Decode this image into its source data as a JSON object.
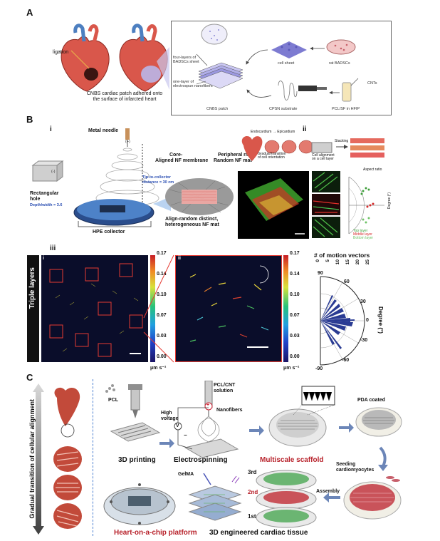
{
  "panel_a": {
    "letter": "A",
    "ligation": "ligation",
    "caption_line1": "CNBS cardiac patch adhered onto",
    "caption_line2": "the surface of infarcted heart",
    "four_layers_line1": "four-layers of",
    "four_layers_line2": "BADSCs sheet",
    "one_layer_line1": "one-layer of",
    "one_layer_line2": "electrospun nanofibers",
    "cell_sheet": "cell sheet",
    "rat_badscs": "rat BADSCs",
    "cnts": "CNTs",
    "cnbs_patch": "CNBS patch",
    "cpsn_substrate": "CPSN substrate",
    "pcl_sf": "PCL/SF in HFIP"
  },
  "panel_b": {
    "letter": "B",
    "sub_i": "i",
    "sub_ii": "ii",
    "sub_iii": "iii",
    "metal_needle": "Metal needle",
    "plus": "(+)",
    "minus": "(-)",
    "tip_distance_line1": "Tip-to-collector",
    "tip_distance_line2": "distance = 30 cm",
    "rect_hole_line1": "Rectangular",
    "rect_hole_line2": "hole",
    "depth_width": "Depth/width = 3.6",
    "hpe_collector": "HPE collector",
    "core_line1": "Core-",
    "core_line2": "Aligned NF membrane",
    "periph_line1": "Peripheral rim-",
    "periph_line2": "Random NF mat",
    "align_line1": "Align-random distinct,",
    "align_line2": "heterogeneous NF mat",
    "endo_epi": "Endocardium → Epicardium",
    "gradual_line1": "Gradual transition",
    "gradual_line2": "of cell orientation",
    "cell_alignment_line1": "Cell alignment",
    "cell_alignment_line2": "on a cell layer",
    "stacking": "Stacking",
    "aspect_ratio": "Aspect ratio",
    "degree": "Degree (°)",
    "top_layer": "Top layer",
    "middle_layer": "Middle layer",
    "bottom_layer": "Bottom layer",
    "triple_layers": "Triple layers",
    "small_i": "i",
    "small_ii": "ii",
    "colorbar_ticks": [
      "0.17",
      "0.14",
      "0.10",
      "0.07",
      "0.03",
      "0.00"
    ],
    "unit": "μm s⁻¹",
    "motion_vectors": "# of motion vectors",
    "motion_ticks": [
      "0",
      "5",
      "10",
      "15",
      "20",
      "25"
    ],
    "polar_ticks": [
      "90",
      "60",
      "30",
      "0",
      "-30",
      "-60",
      "-90"
    ],
    "polar_axis": "Degree (°)"
  },
  "panel_c": {
    "letter": "C",
    "gradual": "Gradual transition of cellular alignment",
    "pcl": "PCL",
    "pcl_cnt_line1": "PCL/CNT",
    "pcl_cnt_line2": "solution",
    "high_line1": "High",
    "high_line2": "voltage",
    "v": "V",
    "plus": "+",
    "minus": "−",
    "nanofibers": "Nanofibers",
    "pda": "PDA coated",
    "printing": "3D printing",
    "electrospinning": "Electrospinning",
    "multiscale": "Multiscale scaffold",
    "seeding_line1": "Seeding",
    "seeding_line2": "cardiomyocytes",
    "assembly": "Assembly",
    "third": "3rd",
    "second": "2nd",
    "first": "1st",
    "gelma": "GelMA",
    "heart_chip": "Heart-on-a-chip platform",
    "engineered": "3D engineered cardiac tissue"
  }
}
